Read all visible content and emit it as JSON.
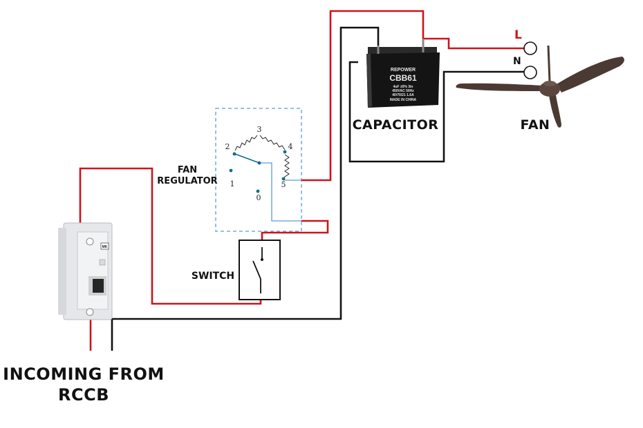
{
  "labels": {
    "fan_regulator_line1": "FAN",
    "fan_regulator_line2": "REGULATOR",
    "switch": "SWITCH",
    "capacitor": "CAPACITOR",
    "fan": "FAN",
    "incoming_line1": "INCOMING FROM",
    "incoming_line2": "RCCB",
    "terminal_live": "L",
    "terminal_neutral": "N"
  },
  "regulator_positions": [
    "0",
    "1",
    "2",
    "3",
    "4",
    "5"
  ],
  "capacitor_print": {
    "brand": "REPOWER",
    "model": "CBB61",
    "spec_line1": "4uF  ±5%     3in",
    "spec_line2": "450VAC       50Hz",
    "spec_line3": "40/70/21     1.6A",
    "origin": "MADE IN CHINA"
  },
  "breaker_print": {
    "brand": "MK"
  },
  "colors": {
    "live_wire": "#d0121b",
    "neutral_wire": "#111111",
    "regulator_wire": "#5b9bd5",
    "regulator_box": "#5b9bd5"
  }
}
